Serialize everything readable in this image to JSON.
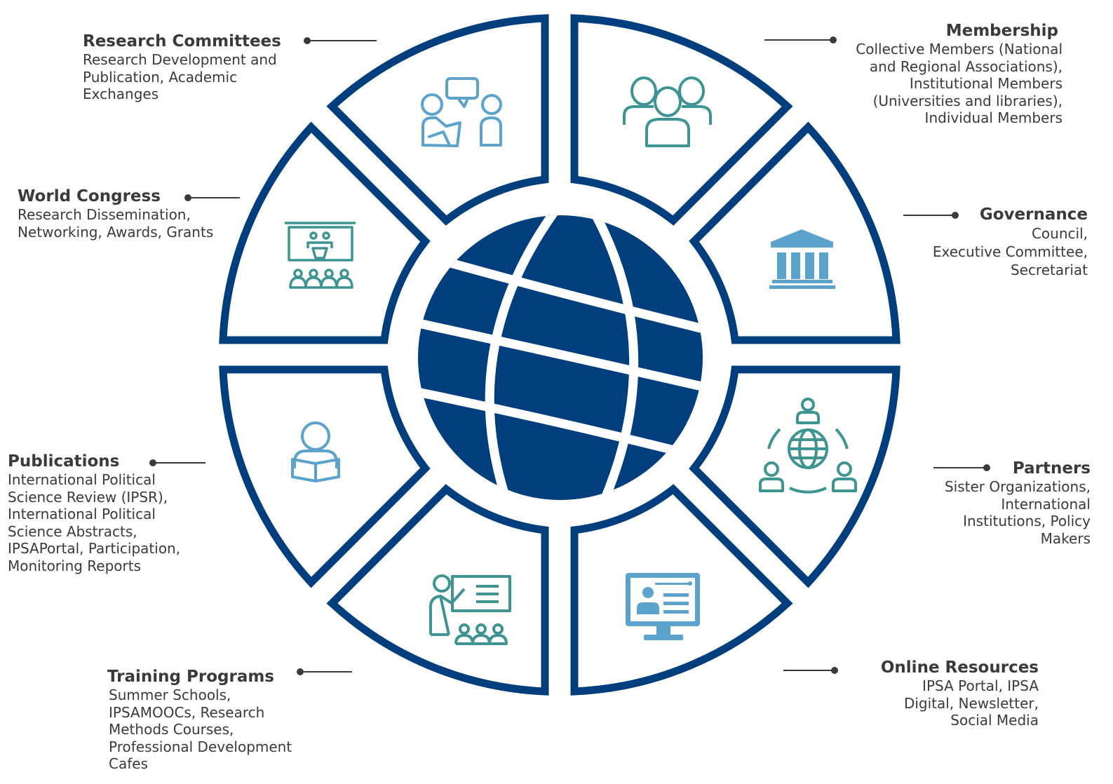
{
  "colors": {
    "navy": "#003e7e",
    "teal": "#3d9490",
    "lightblue": "#5ba3cd",
    "text": "#3a3a3a"
  },
  "segments": [
    {
      "id": "research-committees",
      "title": "Research Committees",
      "desc": "Research Development and\nPublication, Academic\nExchanges",
      "icon": "discussion-icon"
    },
    {
      "id": "membership",
      "title": "Membership",
      "desc": "Collective Members (National\nand Regional Associations),\nInstitutional Members\n(Universities and libraries),\nIndividual Members",
      "icon": "group-icon"
    },
    {
      "id": "governance",
      "title": "Governance",
      "desc": "Council,\nExecutive Committee,\nSecretariat",
      "icon": "institution-building-icon"
    },
    {
      "id": "partners",
      "title": "Partners",
      "desc": "Sister Organizations,\nInternational\nInstitutions, Policy\nMakers",
      "icon": "global-network-icon"
    },
    {
      "id": "online-resources",
      "title": "Online Resources",
      "desc": "IPSA Portal, IPSA\nDigital, Newsletter,\nSocial Media",
      "icon": "online-support-monitor-icon"
    },
    {
      "id": "training-programs",
      "title": "Training Programs",
      "desc": "Summer Schools,\nIPSAMOOCs, Research\nMethods Courses,\nProfessional Development\nCafes",
      "icon": "teacher-presentation-icon"
    },
    {
      "id": "publications",
      "title": "Publications",
      "desc": "International Political\nScience Review (IPSR),\nInternational Political\nScience Abstracts,\nIPSAPortal, Participation,\nMonitoring Reports",
      "icon": "reader-icon"
    },
    {
      "id": "world-congress",
      "title": "World Congress",
      "desc": "Research Dissemination,\nNetworking, Awards, Grants",
      "icon": "conference-podium-icon"
    }
  ],
  "center_icon": "globe-icon"
}
